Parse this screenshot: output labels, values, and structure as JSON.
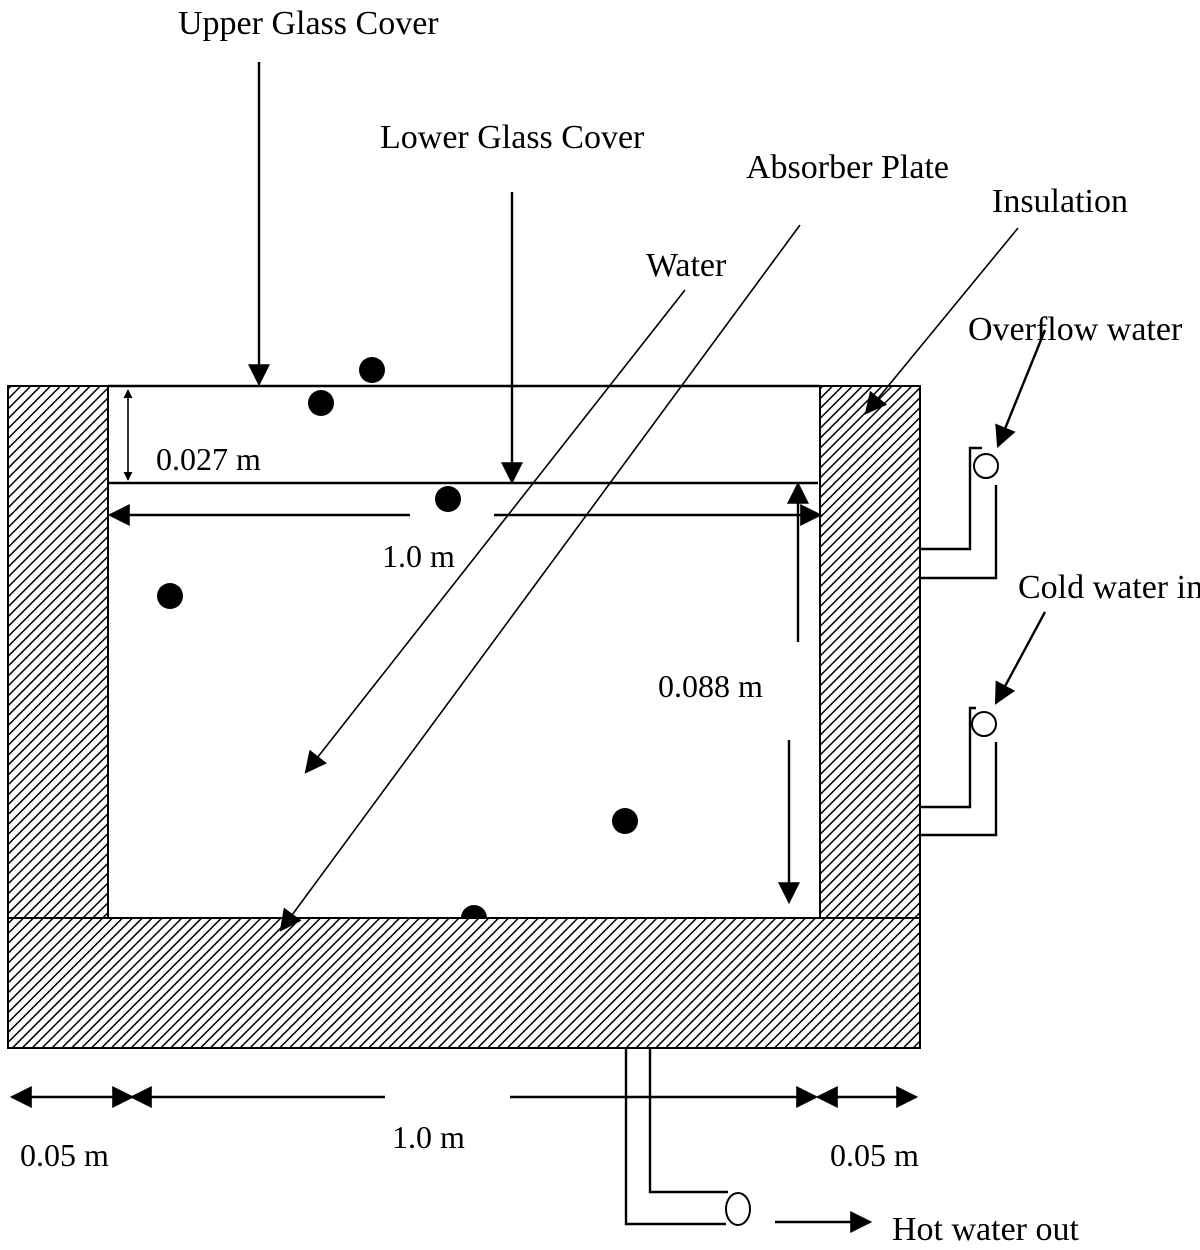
{
  "labels": {
    "upper_glass_cover": "Upper Glass Cover",
    "lower_glass_cover": "Lower Glass Cover",
    "absorber_plate": "Absorber Plate",
    "insulation": "Insulation",
    "water": "Water",
    "overflow_water": "Overflow water",
    "cold_water_in": "Cold water in",
    "hot_water_out": "Hot water out"
  },
  "dimensions": {
    "gap_upper_lower_glass": "0.027 m",
    "inner_width": "1.0 m",
    "water_depth": "0.088 m",
    "left_insulation_width": "0.05 m",
    "basin_width": "1.0 m",
    "right_insulation_width": "0.05 m"
  },
  "colors": {
    "line": "#000000",
    "background": "#ffffff"
  }
}
